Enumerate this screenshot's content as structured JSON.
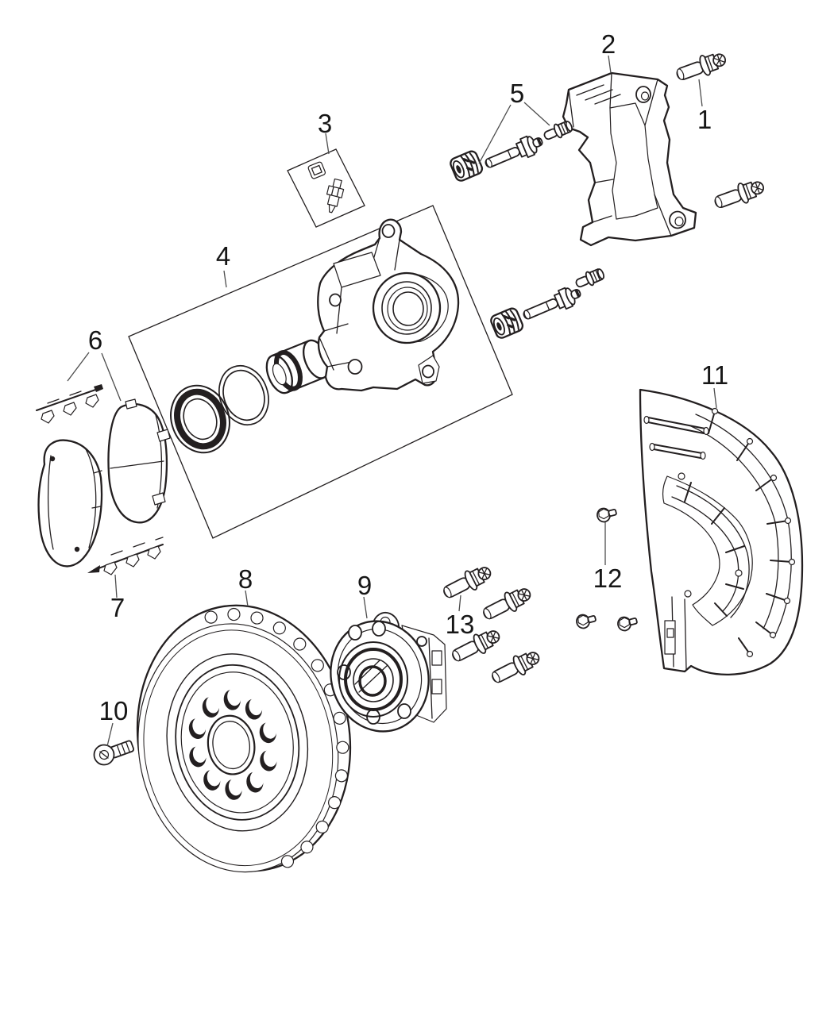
{
  "canvas": {
    "background": "#ffffff",
    "ink_color": "#231f20",
    "leader_color": "#4d4d4d",
    "label_color": "#161616"
  },
  "diagram": {
    "type": "exploded-parts-diagram",
    "callouts": [
      {
        "number": "1"
      },
      {
        "number": "2"
      },
      {
        "number": "3"
      },
      {
        "number": "4"
      },
      {
        "number": "5"
      },
      {
        "number": "6"
      },
      {
        "number": "7"
      },
      {
        "number": "8"
      },
      {
        "number": "9"
      },
      {
        "number": "10"
      },
      {
        "number": "11"
      },
      {
        "number": "12"
      },
      {
        "number": "13"
      }
    ]
  }
}
